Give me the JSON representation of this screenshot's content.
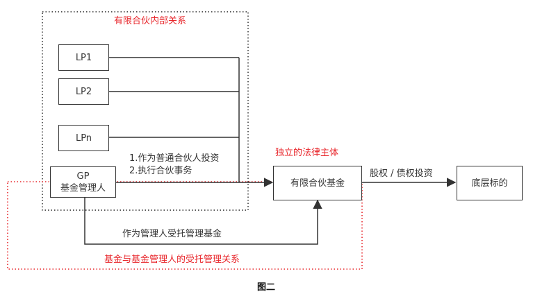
{
  "diagram": {
    "internal_group_title": "有限合伙内部关系",
    "trust_group_title": "基金与基金管理人的受托管理关系",
    "legal_entity_label": "独立的法律主体",
    "nodes": {
      "lp1": "LP1",
      "lp2": "LP2",
      "lpn": "LPn",
      "gp_line1": "GP",
      "gp_line2": "基金管理人",
      "fund": "有限合伙基金",
      "target": "底层标的"
    },
    "edges": {
      "gp_role_line1": "1.作为普通合伙人投资",
      "gp_role_line2": "2.执行合伙事务",
      "investment": "股权 / 债权投资",
      "trust": "作为管理人受托管理基金"
    },
    "caption": "图二",
    "colors": {
      "red": "#e8262b",
      "line": "#333333",
      "dotted": "#222222"
    }
  }
}
